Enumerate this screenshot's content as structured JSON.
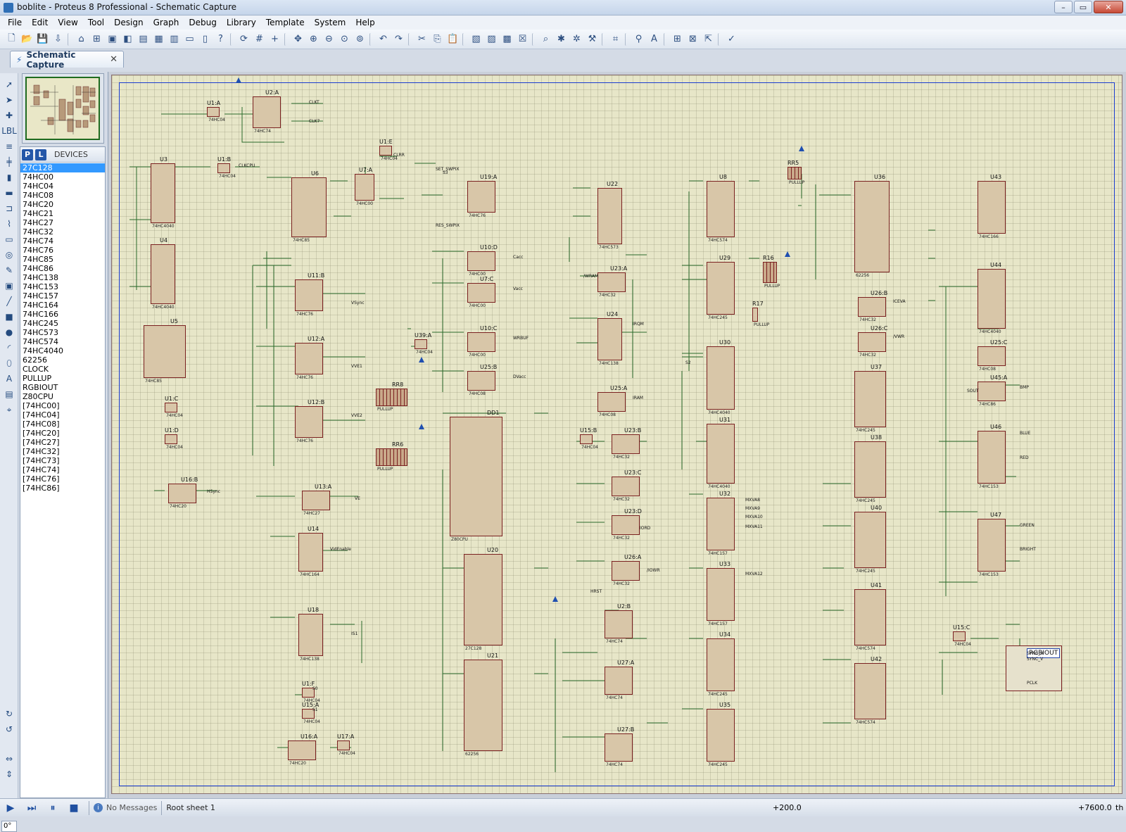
{
  "window": {
    "title": "boblite - Proteus 8 Professional - Schematic Capture",
    "controls": [
      "–",
      "▭",
      "✕"
    ]
  },
  "menu": [
    "File",
    "Edit",
    "View",
    "Tool",
    "Design",
    "Graph",
    "Debug",
    "Library",
    "Template",
    "System",
    "Help"
  ],
  "tab": {
    "label": "Schematic Capture"
  },
  "devices": {
    "header": "DEVICES",
    "p_label": "P",
    "l_label": "L",
    "selected": "27C128",
    "items": [
      "27C128",
      "74HC00",
      "74HC04",
      "74HC08",
      "74HC20",
      "74HC21",
      "74HC27",
      "74HC32",
      "74HC74",
      "74HC76",
      "74HC85",
      "74HC86",
      "74HC138",
      "74HC153",
      "74HC157",
      "74HC164",
      "74HC166",
      "74HC245",
      "74HC573",
      "74HC574",
      "74HC4040",
      "62256",
      "CLOCK",
      "PULLUP",
      "RGBIOUT",
      "Z80CPU",
      "[74HC00]",
      "[74HC04]",
      "[74HC08]",
      "[74HC20]",
      "[74HC27]",
      "[74HC32]",
      "[74HC73]",
      "[74HC74]",
      "[74HC76]",
      "[74HC86]"
    ]
  },
  "rotation": "0°",
  "status": {
    "messages": "No Messages",
    "sheet": "Root sheet 1",
    "coord_x": "+200.0",
    "coord_y": "+7600.0",
    "unit": "th"
  },
  "schematic": {
    "components": [
      {
        "ref": "U2:A",
        "type": "74HC74"
      },
      {
        "ref": "U1:A",
        "type": "74HC04"
      },
      {
        "ref": "U3",
        "type": "74HC4040"
      },
      {
        "ref": "U1:B",
        "type": "74HC04"
      },
      {
        "ref": "U4",
        "type": "74HC4040"
      },
      {
        "ref": "U5",
        "type": "74HC85"
      },
      {
        "ref": "U6",
        "type": "74HC85"
      },
      {
        "ref": "U1:E",
        "type": "74HC04"
      },
      {
        "ref": "U7:A",
        "type": "74HC00"
      },
      {
        "ref": "U19:A",
        "type": "74HC76"
      },
      {
        "ref": "U11:B",
        "type": "74HC76"
      },
      {
        "ref": "U12:A",
        "type": "74HC76"
      },
      {
        "ref": "U12:B",
        "type": "74HC76"
      },
      {
        "ref": "U1:C",
        "type": "74HC04"
      },
      {
        "ref": "U1:D",
        "type": "74HC04"
      },
      {
        "ref": "U10:D",
        "type": "74HC00"
      },
      {
        "ref": "U7:C",
        "type": "74HC00"
      },
      {
        "ref": "U10:C",
        "type": "74HC00"
      },
      {
        "ref": "U39:A",
        "type": "74HC04"
      },
      {
        "ref": "U25:B",
        "type": "74HC08"
      },
      {
        "ref": "U16:B",
        "type": "74HC20"
      },
      {
        "ref": "U13:A",
        "type": "74HC27"
      },
      {
        "ref": "U14",
        "type": "74HC164"
      },
      {
        "ref": "U18",
        "type": "74HC138"
      },
      {
        "ref": "U1:F",
        "type": "74HC04"
      },
      {
        "ref": "U15:A",
        "type": "74HC04"
      },
      {
        "ref": "U16:A",
        "type": "74HC20"
      },
      {
        "ref": "U17:A",
        "type": "74HC04"
      },
      {
        "ref": "DD1",
        "type": "Z80CPU"
      },
      {
        "ref": "U20",
        "type": "27C128"
      },
      {
        "ref": "U21",
        "type": "62256"
      },
      {
        "ref": "U22",
        "type": "74HC573"
      },
      {
        "ref": "U23:A",
        "type": "74HC32"
      },
      {
        "ref": "U24",
        "type": "74HC138"
      },
      {
        "ref": "U25:A",
        "type": "74HC08"
      },
      {
        "ref": "U15:B",
        "type": "74HC04"
      },
      {
        "ref": "U23:B",
        "type": "74HC32"
      },
      {
        "ref": "U23:C",
        "type": "74HC32"
      },
      {
        "ref": "U23:D",
        "type": "74HC32"
      },
      {
        "ref": "U26:A",
        "type": "74HC32"
      },
      {
        "ref": "U2:B",
        "type": "74HC74"
      },
      {
        "ref": "U27:A",
        "type": "74HC74"
      },
      {
        "ref": "U27:B",
        "type": "74HC74"
      },
      {
        "ref": "U8",
        "type": "74HC574"
      },
      {
        "ref": "U29",
        "type": "74HC245"
      },
      {
        "ref": "R16",
        "type": "PULLUP"
      },
      {
        "ref": "R17",
        "type": "PULLUP"
      },
      {
        "ref": "U30",
        "type": "74HC4040"
      },
      {
        "ref": "U31",
        "type": "74HC4040"
      },
      {
        "ref": "U32",
        "type": "74HC157"
      },
      {
        "ref": "U33",
        "type": "74HC157"
      },
      {
        "ref": "U34",
        "type": "74HC245"
      },
      {
        "ref": "U35",
        "type": "74HC245"
      },
      {
        "ref": "RR5",
        "type": "PULLUP"
      },
      {
        "ref": "U36",
        "type": "62256"
      },
      {
        "ref": "U26:B",
        "type": "74HC32"
      },
      {
        "ref": "U26:C",
        "type": "74HC32"
      },
      {
        "ref": "U37",
        "type": "74HC245"
      },
      {
        "ref": "U38",
        "type": "74HC245"
      },
      {
        "ref": "U40",
        "type": "74HC245"
      },
      {
        "ref": "U41",
        "type": "74HC574"
      },
      {
        "ref": "U42",
        "type": "74HC574"
      },
      {
        "ref": "U43",
        "type": "74HC166"
      },
      {
        "ref": "U44",
        "type": "74HC4040"
      },
      {
        "ref": "U25:C",
        "type": "74HC08"
      },
      {
        "ref": "U45:A",
        "type": "74HC86"
      },
      {
        "ref": "U46",
        "type": "74HC153"
      },
      {
        "ref": "U47",
        "type": "74HC153"
      },
      {
        "ref": "U15:C",
        "type": "74HC04"
      },
      {
        "ref": "RGBIOUT",
        "type": ""
      },
      {
        "ref": "RR8",
        "type": "PULLUP"
      },
      {
        "ref": "RR6",
        "type": "PULLUP"
      }
    ],
    "net_labels": [
      "CLKT",
      "CLK7",
      "CLKCPU",
      "CLRR",
      "S3",
      "SET_SWPIX",
      "RES_SWPIX",
      "VSync",
      "VVE1",
      "VVE2",
      "HSync",
      "VE",
      "VidEnable",
      "IS1",
      "S0",
      "S1",
      "S2",
      "BLUE",
      "RED",
      "GREEN",
      "BRIGHT",
      "BMP",
      "SOUT",
      "IRQM",
      "/WRAM",
      "IRAM",
      "HRST",
      "IORD",
      "/IOWR",
      "Cacc",
      "Vacc",
      "WRBUF",
      "DVacc",
      "ICEVA",
      "/VWR",
      "MXVA8",
      "MXVA9",
      "MXVA10",
      "MXVA11",
      "MXVA12",
      "SYNC_H",
      "SYNC_V",
      "PCLK"
    ]
  }
}
